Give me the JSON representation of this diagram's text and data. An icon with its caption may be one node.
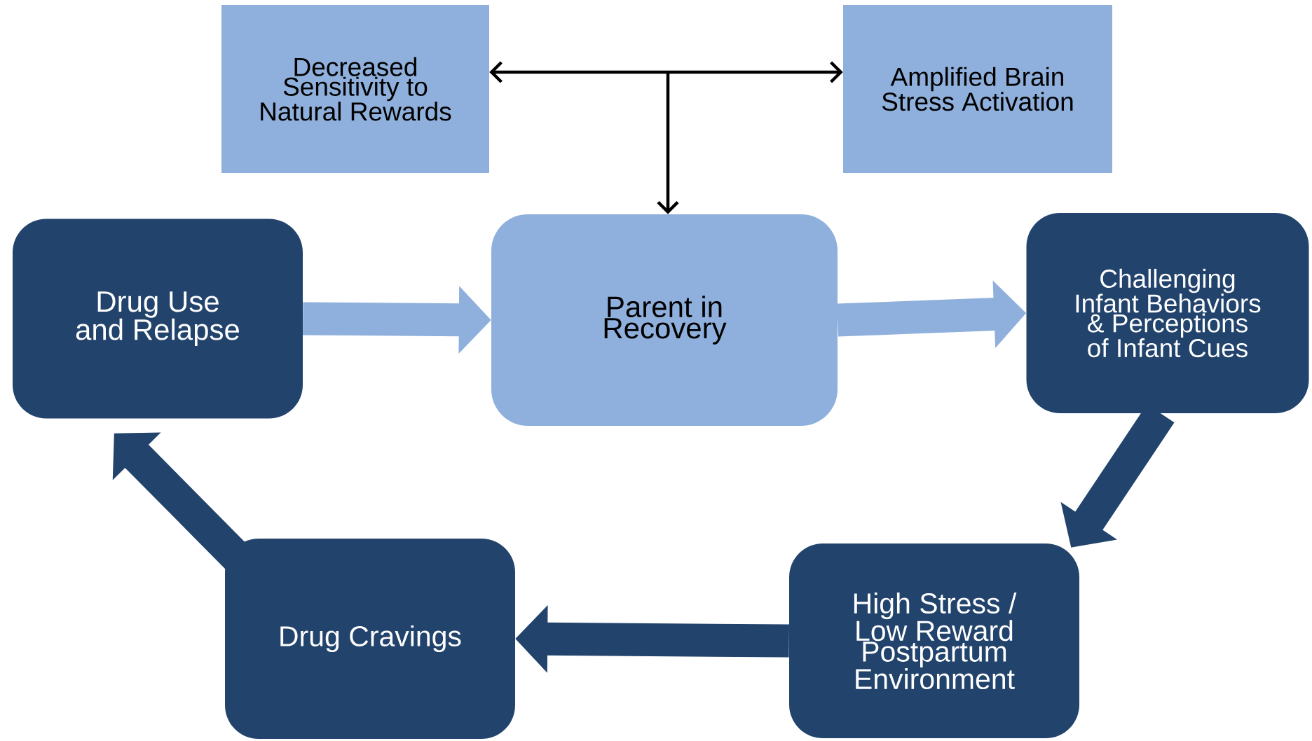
{
  "diagram": {
    "nodes": [
      {
        "text": [
          "Decreased Sensitivity to Natural Rewards"
        ]
      },
      {
        "text": [
          "Amplified Brain Stress Activation"
        ]
      },
      {
        "text": [
          "Drug Use and Relapse"
        ]
      },
      {
        "text": [
          "Parent in Recovery"
        ]
      },
      {
        "text": [
          "Challenging Infant Behaviors & Perceptions of Infant Cues"
        ]
      },
      {
        "text": [
          "High Stress / Low Reward Postpartum Environment"
        ]
      },
      {
        "text": [
          "Drug Cravings"
        ]
      }
    ],
    "edges": [
      {
        "from": 0,
        "to": 1,
        "arrow": "both",
        "color": "#000000"
      },
      {
        "from": null,
        "to": 3,
        "arrow": "to",
        "color": "#000000"
      },
      {
        "from": 2,
        "to": 3,
        "arrow": "to",
        "color": "#8fb0dc"
      },
      {
        "from": 3,
        "to": 4,
        "arrow": "to",
        "color": "#8fb0dc"
      },
      {
        "from": 4,
        "to": 5,
        "arrow": "to"
      },
      {
        "from": 5,
        "to": 6,
        "arrow": "to"
      },
      {
        "from": 6,
        "to": 2,
        "arrow": "to"
      }
    ]
  }
}
